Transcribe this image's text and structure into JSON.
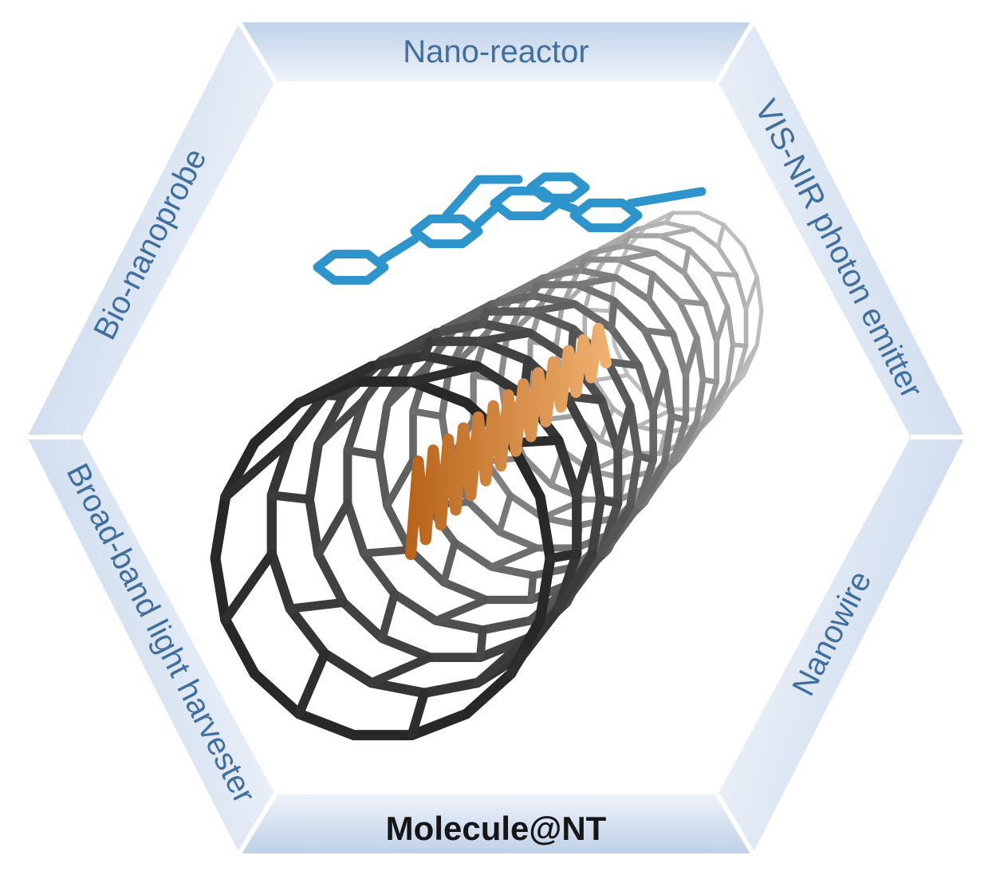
{
  "labels": {
    "top": "Nano-reactor",
    "upper_right": "VIS-NIR photon emitter",
    "lower_right": "Nanowire",
    "bottom": "Molecule@NT",
    "lower_left": "Broad-band light harvester",
    "upper_left": "Bio-nanoprobe"
  },
  "colors": {
    "band_light": "#eef3fa",
    "band_dark": "#bccfe7",
    "label_text": "#3f6f9f",
    "bottom_label_text": "#161616",
    "tube_dark": "#2a2a2a",
    "tube_light": "#b0b0b0",
    "blue_molecule": "#2d95cc",
    "orange_chain": "#cc7a2a"
  },
  "illustration": {
    "center": "carbon-nanotube",
    "outside_molecule": "blue-aromatic-molecule",
    "inside_molecule": "orange-chain-molecule"
  }
}
